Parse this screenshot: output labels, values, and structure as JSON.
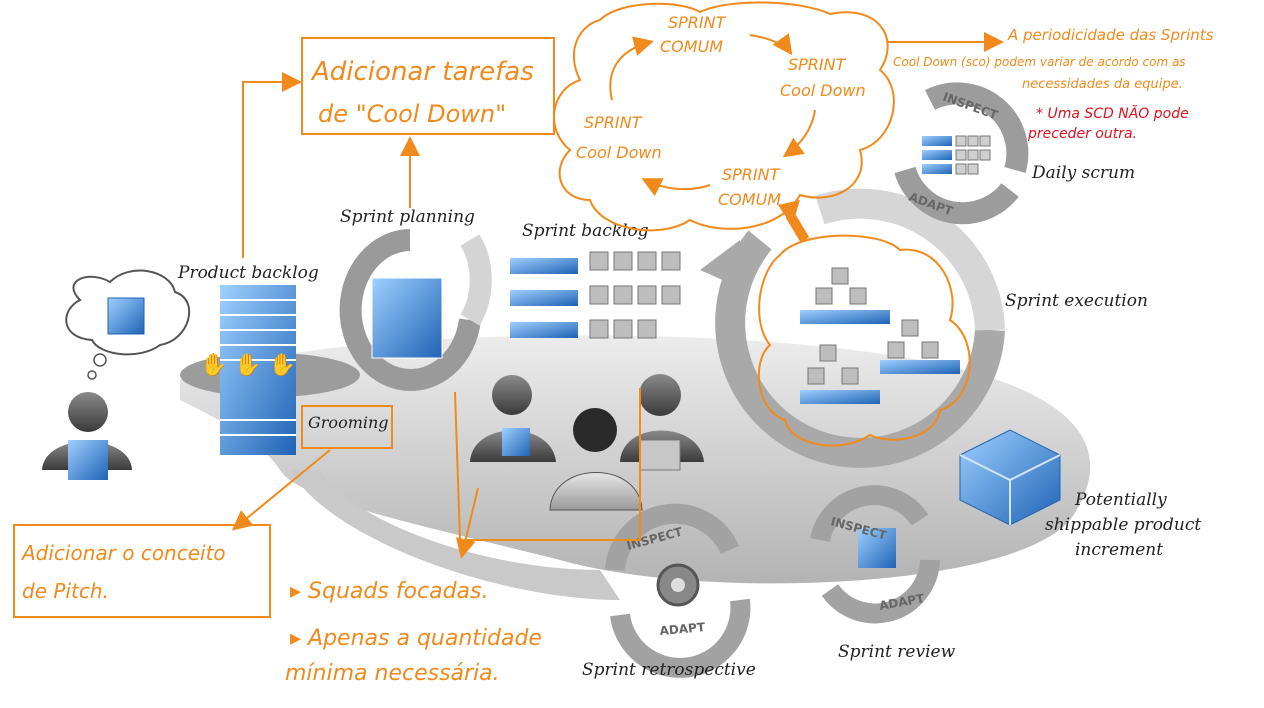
{
  "labels": {
    "product_backlog": "Product backlog",
    "sprint_planning": "Sprint planning",
    "sprint_backlog": "Sprint backlog",
    "sprint_execution": "Sprint execution",
    "daily_scrum": "Daily scrum",
    "potentially_line1": "Potentially",
    "potentially_line2": "shippable product",
    "potentially_line3": "increment",
    "sprint_review": "Sprint review",
    "sprint_retrospective": "Sprint retrospective",
    "inspect": "INSPECT",
    "adapt": "ADAPT"
  },
  "annotations": {
    "cooldown_box_line1": "Adicionar tarefas",
    "cooldown_box_line2": "de \"Cool Down\"",
    "grooming": "Grooming",
    "pitch_box_line1": "Adicionar o conceito",
    "pitch_box_line2": "de Pitch.",
    "squads": "▸ Squads focadas.",
    "min_line1": "▸ Apenas a quantidade",
    "min_line2": "mínima necessária.",
    "cloud_sprint_comum_top_1": "SPRINT",
    "cloud_sprint_comum_top_2": "COMUM",
    "cloud_cooldown_right_1": "SPRINT",
    "cloud_cooldown_right_2": "Cool Down",
    "cloud_cooldown_left_1": "SPRINT",
    "cloud_cooldown_left_2": "Cool Down",
    "cloud_sprint_comum_bottom_1": "SPRINT",
    "cloud_sprint_comum_bottom_2": "COMUM",
    "periodicity_line1": "A periodicidade das Sprints",
    "periodicity_line2": "Cool Down (sco) podem variar de acordo com as",
    "periodicity_line3": "necessidades da equipe.",
    "note_line1": "* Uma SCD NÃO pode",
    "note_line2": "preceder outra."
  },
  "colors": {
    "orange": "#f08a1c",
    "red": "#e01020",
    "blue": "#2f7fd0",
    "gray": "#b8b8b8"
  }
}
